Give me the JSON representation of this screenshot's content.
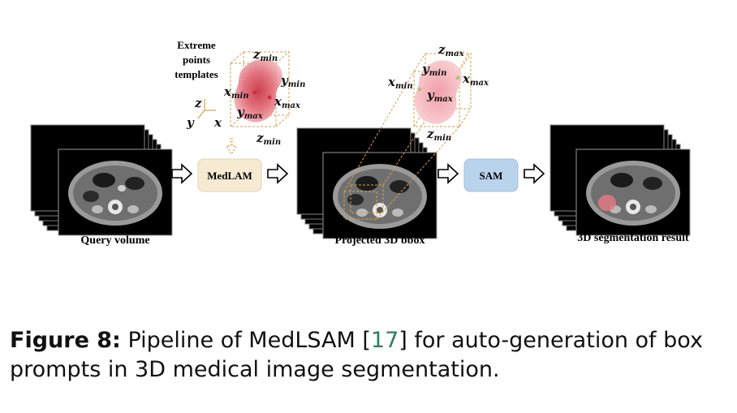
{
  "labels": {
    "query_volume": "Query volume",
    "projected": "Projected 3D bbox",
    "result": "3D segmentation result",
    "medlam": "MedLAM",
    "sam": "SAM",
    "templates_line1": "Extreme",
    "templates_line2": "points",
    "templates_line3": "templates"
  },
  "math": {
    "x": "x",
    "y": "y",
    "z": "z",
    "min": "min",
    "max": "max"
  },
  "axes": {
    "z": "z",
    "y": "y",
    "x": "x"
  },
  "caption": {
    "figure": "Figure 8:",
    "text_before": " Pipeline of MedLSAM [",
    "ref": "17",
    "text_after": "] for auto-generation of box prompts in 3D medical image segmentation."
  },
  "colors": {
    "medlam_box": "#f6ead2",
    "sam_box": "#b9d3ec",
    "organ": "#e07a84",
    "dashed": "#d9a04a"
  }
}
